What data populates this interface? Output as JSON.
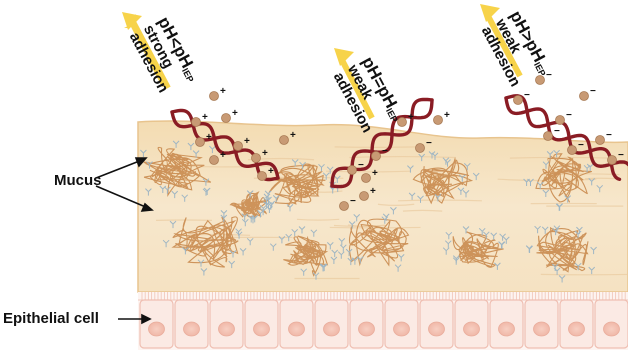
{
  "labels": {
    "mucus": "Mucus",
    "epithelial": "Epithelial cell"
  },
  "panels": [
    {
      "ph_main": "pH<pH",
      "ph_sub": "IEP",
      "line2": "strong",
      "line3": "adhesion"
    },
    {
      "ph_main": "pH=pH",
      "ph_sub": "IEP",
      "line2": "weak",
      "line3": "adhesion"
    },
    {
      "ph_main": "pH>pH",
      "ph_sub": "IEP",
      "line2": "weak",
      "line3": "adhesion"
    }
  ],
  "colors": {
    "mucus_light": "#f6e6c9",
    "mucus_mid": "#efd2a4",
    "fiber": "#c98a4e",
    "polymer": "#8a1c24",
    "arrow": "#f7d34a",
    "cell_fill": "#fbeae4",
    "cell_nucleus": "#f4c4b6"
  }
}
